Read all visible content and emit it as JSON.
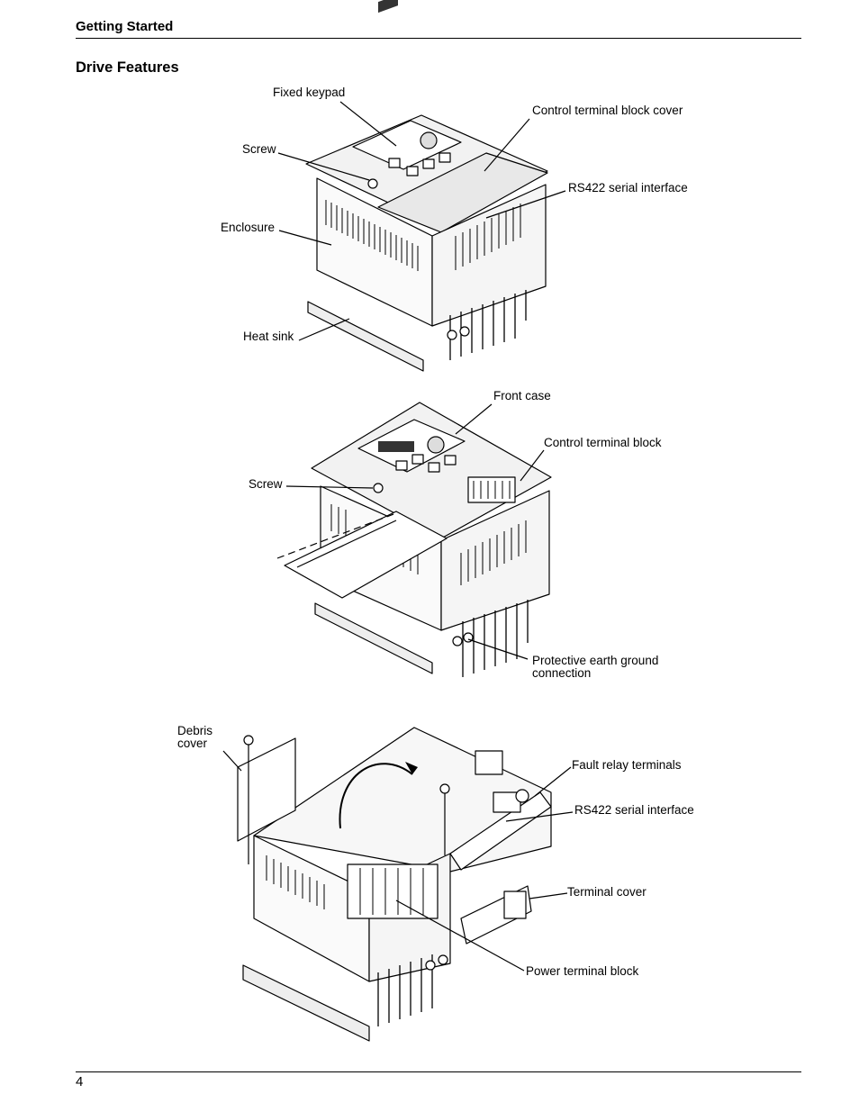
{
  "header": {
    "title": "Getting Started"
  },
  "section": {
    "title": "Drive Features"
  },
  "figure1": {
    "labels": {
      "fixed_keypad": "Fixed keypad",
      "control_cover": "Control terminal block cover",
      "screw": "Screw",
      "rs422": "RS422 serial interface",
      "enclosure": "Enclosure",
      "heat_sink": "Heat sink"
    }
  },
  "figure2": {
    "labels": {
      "front_case": "Front case",
      "control_block": "Control terminal block",
      "screw": "Screw",
      "pe_line1": "Protective earth ground",
      "pe_line2": "connection"
    }
  },
  "figure3": {
    "labels": {
      "debris_line1": "Debris",
      "debris_line2": "cover",
      "fault_relay": "Fault relay terminals",
      "rs422": "RS422 serial interface",
      "terminal_cover": "Terminal cover",
      "power_block": "Power terminal block"
    }
  },
  "footer": {
    "page_number": "4"
  }
}
